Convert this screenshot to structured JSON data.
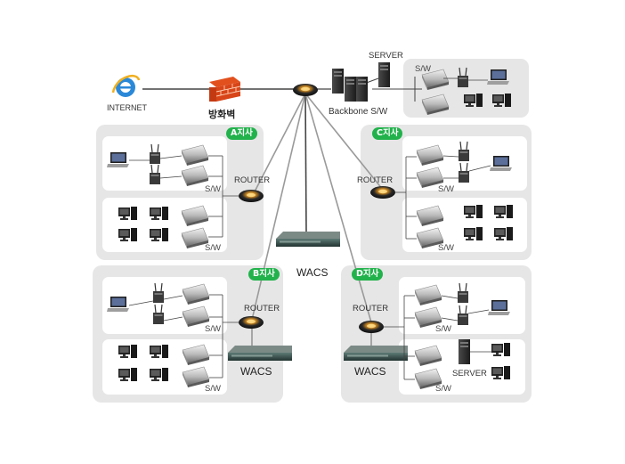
{
  "labels": {
    "internet": "INTERNET",
    "firewall": "방화벽",
    "server_top": "SERVER",
    "backbone_sw": "Backbone S/W",
    "wacs_center": "WACS",
    "router": "ROUTER",
    "sw": "S/W",
    "wacs": "WACS",
    "server": "SERVER"
  },
  "branches": {
    "a": "A지사",
    "b": "B지사",
    "c": "C지사",
    "d": "D지사"
  },
  "colors": {
    "panel": "#e6e6e6",
    "inner": "#ffffff",
    "line_gray": "#9a9a9a",
    "line_dark": "#444444",
    "badge": "#22b24c"
  }
}
